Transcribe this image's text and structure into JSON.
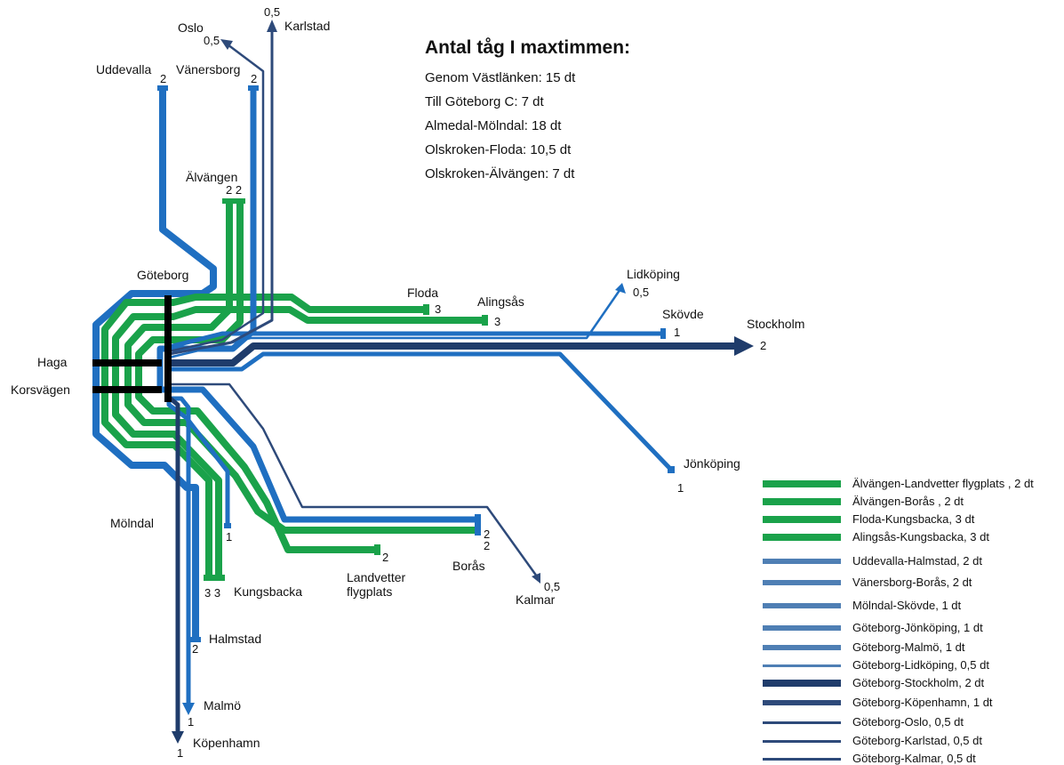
{
  "colors": {
    "green": "#1aa24a",
    "blue": "#1f6fc1",
    "mid_blue": "#4f7fb4",
    "dark_navy": "#1f3c6b",
    "navy": "#2e4a7a",
    "tunnel": "#000000"
  },
  "info_box": {
    "title": "Antal tåg I maxtimmen:",
    "lines": [
      "Genom Västlänken: 15 dt",
      "Till Göteborg C: 7 dt",
      "Almedal-Mölndal: 18 dt",
      "Olskroken-Floda: 10,5 dt",
      "Olskroken-Älvängen: 7 dt"
    ]
  },
  "stations": {
    "oslo": "Oslo",
    "karlstad": "Karlstad",
    "uddevalla": "Uddevalla",
    "vanersborg": "Vänersborg",
    "alvangen": "Älvängen",
    "goteborg": "Göteborg",
    "haga": "Haga",
    "korsvagen": "Korsvägen",
    "floda": "Floda",
    "alingsas": "Alingsås",
    "lidkoping": "Lidköping",
    "skovde": "Skövde",
    "stockholm": "Stockholm",
    "jonkoping": "Jönköping",
    "molndal": "Mölndal",
    "kungsbacka": "Kungsbacka",
    "landvetter": "Landvetter flygplats",
    "boras": "Borås",
    "kalmar": "Kalmar",
    "halmstad": "Halmstad",
    "malmo": "Malmö",
    "kopenhamn": "Köpenhamn"
  },
  "counts": {
    "oslo": "0,5",
    "karlstad": "0,5",
    "uddevalla": "2",
    "vanersborg": "2",
    "alvangen": "2 2",
    "floda": "3",
    "alingsas": "3",
    "lidkoping": "0,5",
    "skovde": "1",
    "stockholm": "2",
    "jonkoping": "1",
    "molndal_skovde": "1",
    "kungsbacka": "3 3",
    "landvetter": "2",
    "boras_1": "2",
    "boras_2": "2",
    "kalmar": "0,5",
    "halmstad": "2",
    "malmo": "1",
    "kopenhamn": "1"
  },
  "legend": [
    {
      "label": "Älvängen-Landvetter flygplats , 2 dt",
      "color": "#1aa24a",
      "thickness": "thick"
    },
    {
      "label": "Älvängen-Borås , 2 dt",
      "color": "#1aa24a",
      "thickness": "thick"
    },
    {
      "label": "Floda-Kungsbacka, 3 dt",
      "color": "#1aa24a",
      "thickness": "thick"
    },
    {
      "label": "Alingsås-Kungsbacka, 3 dt",
      "color": "#1aa24a",
      "thickness": "thick"
    },
    {
      "label": "Uddevalla-Halmstad, 2 dt",
      "color": "#4f7fb4",
      "thickness": "medium"
    },
    {
      "label": "Vänersborg-Borås, 2 dt",
      "color": "#4f7fb4",
      "thickness": "medium"
    },
    {
      "label": "Mölndal-Skövde, 1 dt",
      "color": "#4f7fb4",
      "thickness": "medium"
    },
    {
      "label": "Göteborg-Jönköping, 1 dt",
      "color": "#4f7fb4",
      "thickness": "medium"
    },
    {
      "label": "Göteborg-Malmö, 1 dt",
      "color": "#4f7fb4",
      "thickness": "medium"
    },
    {
      "label": "Göteborg-Lidköping, 0,5 dt",
      "color": "#4f7fb4",
      "thickness": "thin"
    },
    {
      "label": "Göteborg-Stockholm, 2 dt",
      "color": "#1f3c6b",
      "thickness": "thick"
    },
    {
      "label": "Göteborg-Köpenhamn, 1 dt",
      "color": "#2e4a7a",
      "thickness": "medium"
    },
    {
      "label": "Göteborg-Oslo, 0,5 dt",
      "color": "#2e4a7a",
      "thickness": "thin"
    },
    {
      "label": "Göteborg-Karlstad, 0,5 dt",
      "color": "#2e4a7a",
      "thickness": "thin"
    },
    {
      "label": "Göteborg-Kalmar, 0,5 dt",
      "color": "#2e4a7a",
      "thickness": "thin"
    }
  ]
}
